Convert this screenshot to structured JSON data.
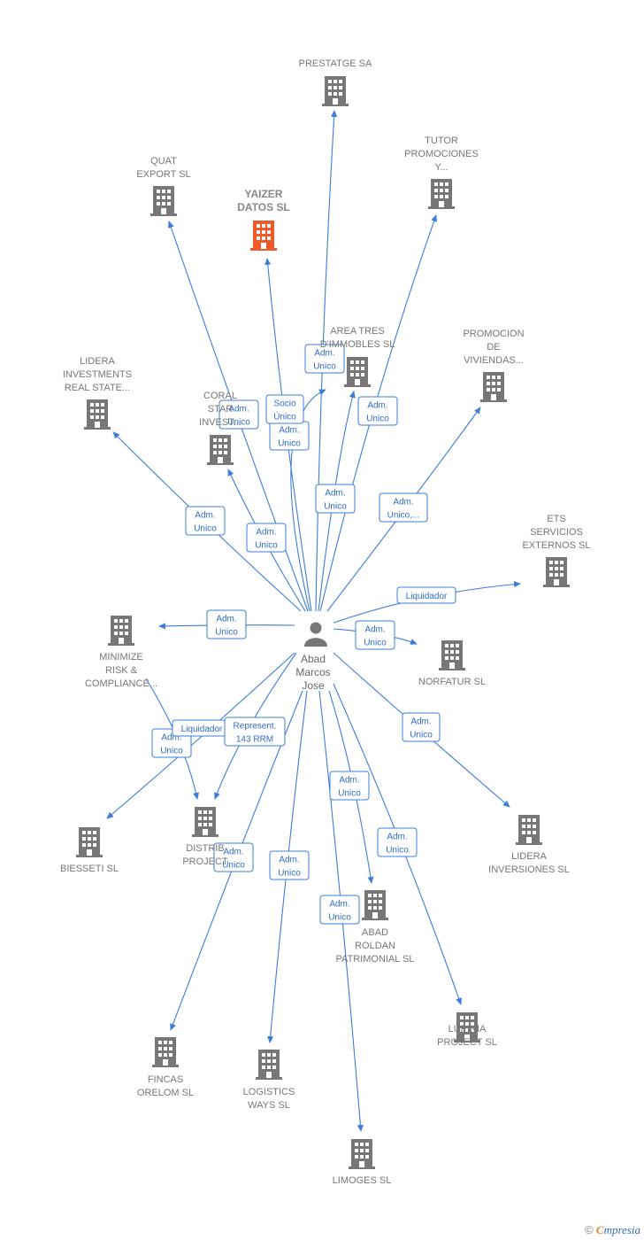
{
  "colors": {
    "edge": "#3d7dd8",
    "building": "#777777",
    "highlight": "#f05a28",
    "person": "#777777"
  },
  "person": {
    "lines": [
      "Abad",
      "Marcos",
      "Jose"
    ],
    "icon": "person-icon"
  },
  "nodes": [
    {
      "id": "prestatge",
      "lines": [
        "PRESTATGE SA"
      ],
      "icon": "building-icon"
    },
    {
      "id": "tutor",
      "lines": [
        "TUTOR",
        "PROMOCIONES",
        "Y..."
      ],
      "icon": "building-icon"
    },
    {
      "id": "quat",
      "lines": [
        "QUAT",
        "EXPORT SL"
      ],
      "icon": "building-icon"
    },
    {
      "id": "yaizer",
      "lines": [
        "YAIZER",
        "DATOS  SL"
      ],
      "icon": "building-icon",
      "highlight": true
    },
    {
      "id": "area",
      "lines": [
        "AREA TRES",
        "D'IMMOBLES SL"
      ],
      "icon": "building-icon"
    },
    {
      "id": "promocion",
      "lines": [
        "PROMOCION",
        "DE",
        "VIVIENDAS..."
      ],
      "icon": "building-icon"
    },
    {
      "id": "lidera_inv",
      "lines": [
        "LIDERA",
        "INVESTMENTS",
        "REAL STATE..."
      ],
      "icon": "building-icon"
    },
    {
      "id": "coral",
      "lines": [
        "CORAL",
        "STAR",
        "INVEST..."
      ],
      "icon": "building-icon"
    },
    {
      "id": "ets",
      "lines": [
        "ETS",
        "SERVICIOS",
        "EXTERNOS SL"
      ],
      "icon": "building-icon"
    },
    {
      "id": "minimize",
      "lines": [
        "MINIMIZE",
        "RISK &",
        "COMPLIANCE..."
      ],
      "icon": "building-icon"
    },
    {
      "id": "norfatur",
      "lines": [
        "NORFATUR SL"
      ],
      "icon": "building-icon"
    },
    {
      "id": "biesseti",
      "lines": [
        "BIESSETI SL"
      ],
      "icon": "building-icon"
    },
    {
      "id": "distrib",
      "lines": [
        "DISTRIB",
        "PROJECT"
      ],
      "icon": "building-icon"
    },
    {
      "id": "lidera_inver",
      "lines": [
        "LIDERA",
        "INVERSIONES SL"
      ],
      "icon": "building-icon"
    },
    {
      "id": "abad_roldan",
      "lines": [
        "ABAD",
        "ROLDAN",
        "PATRIMONIAL SL"
      ],
      "icon": "building-icon"
    },
    {
      "id": "lupinia",
      "lines": [
        "LUPINIA",
        "PROJECT  SL"
      ],
      "icon": "building-icon"
    },
    {
      "id": "fincas",
      "lines": [
        "FINCAS",
        "ORELOM SL"
      ],
      "icon": "building-icon"
    },
    {
      "id": "logistics",
      "lines": [
        "LOGISTICS",
        "WAYS  SL"
      ],
      "icon": "building-icon"
    },
    {
      "id": "limoges",
      "lines": [
        "LIMOGES  SL"
      ],
      "icon": "building-icon"
    }
  ],
  "edges": [
    {
      "to": "prestatge",
      "label": [
        "Adm.",
        "Unico"
      ]
    },
    {
      "to": "tutor",
      "label": [
        "Adm.",
        "Unico"
      ]
    },
    {
      "to": "quat",
      "label": [
        "Adm.",
        "Unico"
      ]
    },
    {
      "to": "yaizer",
      "label": [
        "Adm.",
        "Unico"
      ]
    },
    {
      "to": "area",
      "label": [
        "Socio",
        "Único"
      ]
    },
    {
      "to": "area",
      "label": [
        "Adm.",
        "Unico"
      ]
    },
    {
      "to": "promocion",
      "label": [
        "Adm.",
        "Unico,..."
      ]
    },
    {
      "to": "lidera_inv",
      "label": [
        "Adm.",
        "Unico"
      ]
    },
    {
      "to": "coral",
      "label": [
        "Adm.",
        "Unico"
      ]
    },
    {
      "to": "ets",
      "label": [
        "Liquidador"
      ]
    },
    {
      "to": "minimize",
      "label": [
        "Adm.",
        "Unico"
      ]
    },
    {
      "to": "norfatur",
      "label": [
        "Adm.",
        "Unico"
      ]
    },
    {
      "to": "biesseti",
      "label": [
        "Adm.",
        "Unico"
      ]
    },
    {
      "to": "distrib",
      "label": [
        "Liquidador"
      ]
    },
    {
      "to": "distrib",
      "label": [
        "Represent.",
        "143 RRM"
      ]
    },
    {
      "to": "lidera_inver",
      "label": [
        "Adm.",
        "Unico"
      ]
    },
    {
      "to": "abad_roldan",
      "label": [
        "Adm.",
        "Unico"
      ]
    },
    {
      "to": "lupinia",
      "label": [
        "Adm.",
        "Unico"
      ]
    },
    {
      "to": "fincas",
      "label": [
        "Adm.",
        "Unico"
      ]
    },
    {
      "to": "logistics",
      "label": [
        "Adm.",
        "Unico"
      ]
    },
    {
      "to": "limoges",
      "label": [
        "Adm.",
        "Unico"
      ]
    }
  ],
  "footer": {
    "copyright": "©",
    "brand_first": "C",
    "brand_rest": "mpresia"
  }
}
